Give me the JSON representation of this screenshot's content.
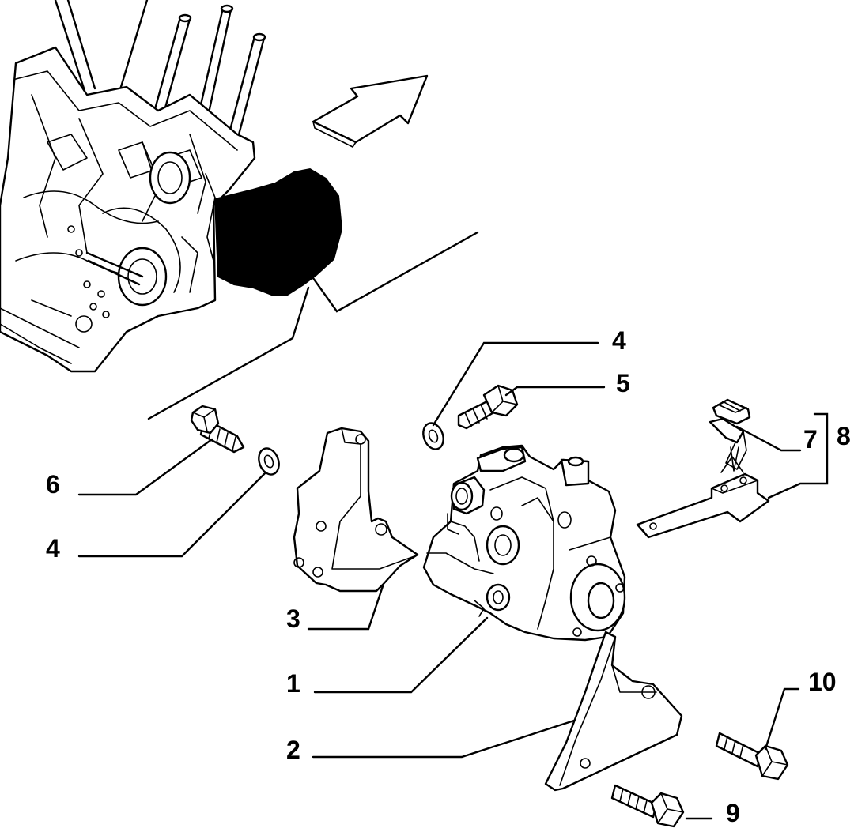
{
  "diagram": {
    "callouts": [
      {
        "id": "label-4-top",
        "text": "4"
      },
      {
        "id": "label-5",
        "text": "5"
      },
      {
        "id": "label-6",
        "text": "6"
      },
      {
        "id": "label-7",
        "text": "7"
      },
      {
        "id": "label-8",
        "text": "8"
      },
      {
        "id": "label-4-left",
        "text": "4"
      },
      {
        "id": "label-3",
        "text": "3"
      },
      {
        "id": "label-1",
        "text": "1"
      },
      {
        "id": "label-10",
        "text": "10"
      },
      {
        "id": "label-2",
        "text": "2"
      },
      {
        "id": "label-9",
        "text": "9"
      }
    ],
    "colors": {
      "line": "#000000",
      "background": "#ffffff",
      "highlight-fill": "#000000"
    },
    "icons": [
      "direction-arrow-icon"
    ]
  }
}
